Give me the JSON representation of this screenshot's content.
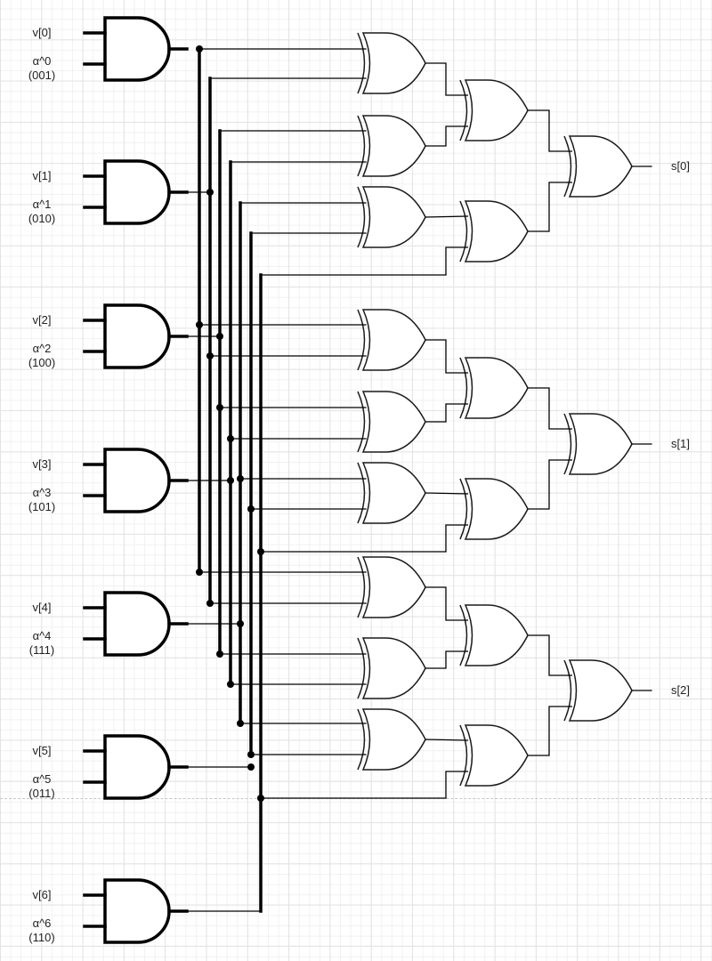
{
  "diagram": {
    "title": "Syndrome computation circuit (GF(8) AND-XOR network)",
    "inputs": [
      {
        "v_label": "v[0]",
        "alpha_label": "α^0",
        "bits_label": "(001)"
      },
      {
        "v_label": "v[1]",
        "alpha_label": "α^1",
        "bits_label": "(010)"
      },
      {
        "v_label": "v[2]",
        "alpha_label": "α^2",
        "bits_label": "(100)"
      },
      {
        "v_label": "v[3]",
        "alpha_label": "α^3",
        "bits_label": "(101)"
      },
      {
        "v_label": "v[4]",
        "alpha_label": "α^4",
        "bits_label": "(111)"
      },
      {
        "v_label": "v[5]",
        "alpha_label": "α^5",
        "bits_label": "(011)"
      },
      {
        "v_label": "v[6]",
        "alpha_label": "α^6",
        "bits_label": "(110)"
      }
    ],
    "outputs": [
      {
        "label": "s[0]"
      },
      {
        "label": "s[1]"
      },
      {
        "label": "s[2]"
      }
    ],
    "gate_types": {
      "input_stage": "AND",
      "reduction_stage": "XOR"
    },
    "colors": {
      "wire": "#000000",
      "gate_stroke": "#1a1a1a",
      "grid": "#e3e3e3",
      "text": "#222222"
    }
  }
}
